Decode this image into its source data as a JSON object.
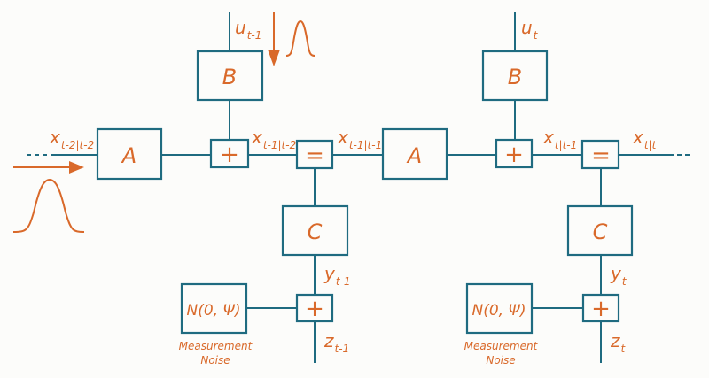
{
  "diagram": {
    "title": "Kalman filter factor graph",
    "colors": {
      "wire": "#1f6b80",
      "label": "#d9692a",
      "background": "#fcfcfa"
    },
    "blocks": {
      "A1": "A",
      "A2": "A",
      "B1": "B",
      "B2": "B",
      "C1": "C",
      "C2": "C",
      "plus_state_1": "+",
      "plus_state_2": "+",
      "equal_1": "=",
      "equal_2": "=",
      "plus_meas_1": "+",
      "plus_meas_2": "+",
      "noise_1": "N(0, Ψ)",
      "noise_2": "N(0, Ψ)"
    },
    "variables": {
      "x_prev": {
        "base": "x",
        "sub": "t-2|t-2"
      },
      "x_pred_prev": {
        "base": "x",
        "sub": "t-1|t-2"
      },
      "x_post_prev": {
        "base": "x",
        "sub": "t-1|t-1"
      },
      "x_pred": {
        "base": "x",
        "sub": "t|t-1"
      },
      "x_post": {
        "base": "x",
        "sub": "t|t"
      },
      "u_prev": {
        "base": "u",
        "sub": "t-1"
      },
      "u": {
        "base": "u",
        "sub": "t"
      },
      "y_prev": {
        "base": "y",
        "sub": "t-1"
      },
      "y": {
        "base": "y",
        "sub": "t"
      },
      "z_prev": {
        "base": "z",
        "sub": "t-1"
      },
      "z": {
        "base": "z",
        "sub": "t"
      }
    },
    "annotations": {
      "noise_caption_1_line1": "Measurement",
      "noise_caption_1_line2": "Noise",
      "noise_caption_2_line1": "Measurement",
      "noise_caption_2_line2": "Noise"
    },
    "icons": {
      "message_arrow_right": "arrow-right-icon",
      "message_arrow_down": "arrow-down-icon",
      "gaussian_bump": "gaussian-curve-icon"
    }
  }
}
